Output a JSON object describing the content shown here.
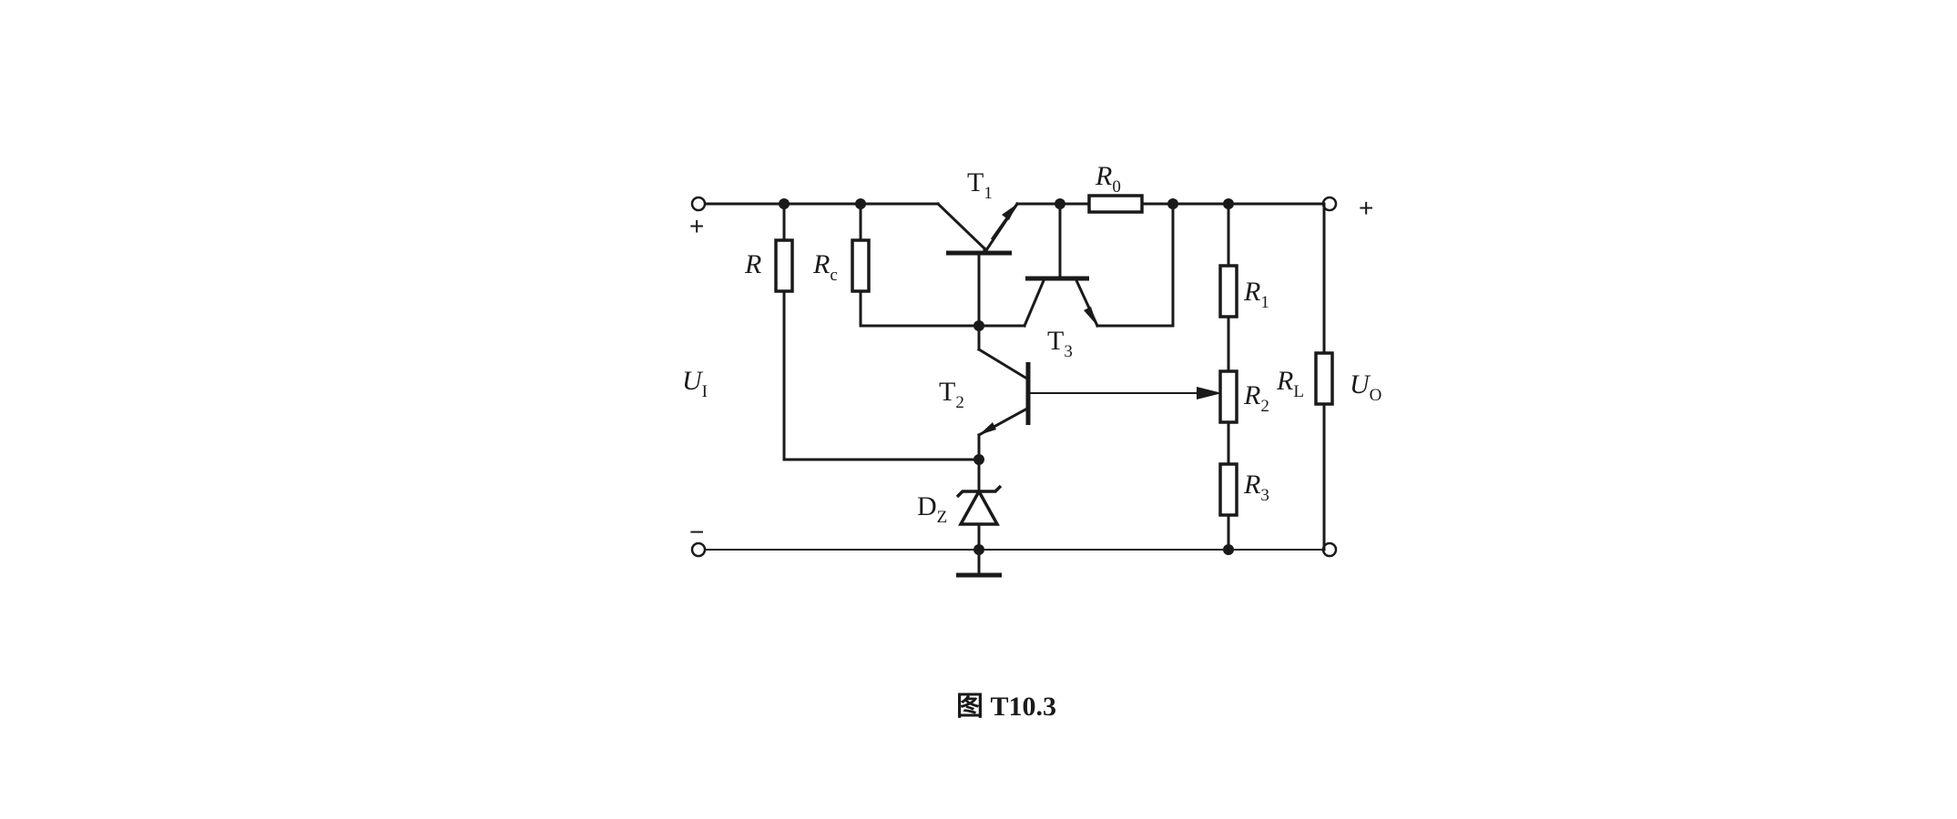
{
  "components": {
    "t1": {
      "name": "T",
      "sub": "1"
    },
    "t2": {
      "name": "T",
      "sub": "2"
    },
    "t3": {
      "name": "T",
      "sub": "3"
    },
    "r": {
      "name": "R"
    },
    "rc": {
      "name": "R",
      "sub": "c"
    },
    "r0": {
      "name": "R",
      "sub": "0"
    },
    "r1": {
      "name": "R",
      "sub": "1"
    },
    "r2": {
      "name": "R",
      "sub": "2"
    },
    "r3": {
      "name": "R",
      "sub": "3"
    },
    "rl": {
      "name": "R",
      "sub": "L"
    },
    "dz": {
      "name": "D",
      "sub": "Z"
    }
  },
  "terminals": {
    "input_voltage": {
      "name": "U",
      "sub": "I"
    },
    "output_voltage": {
      "name": "U",
      "sub": "O"
    },
    "input_plus": "+",
    "input_minus": "−",
    "output_plus": "+"
  },
  "caption": "图 T10.3"
}
